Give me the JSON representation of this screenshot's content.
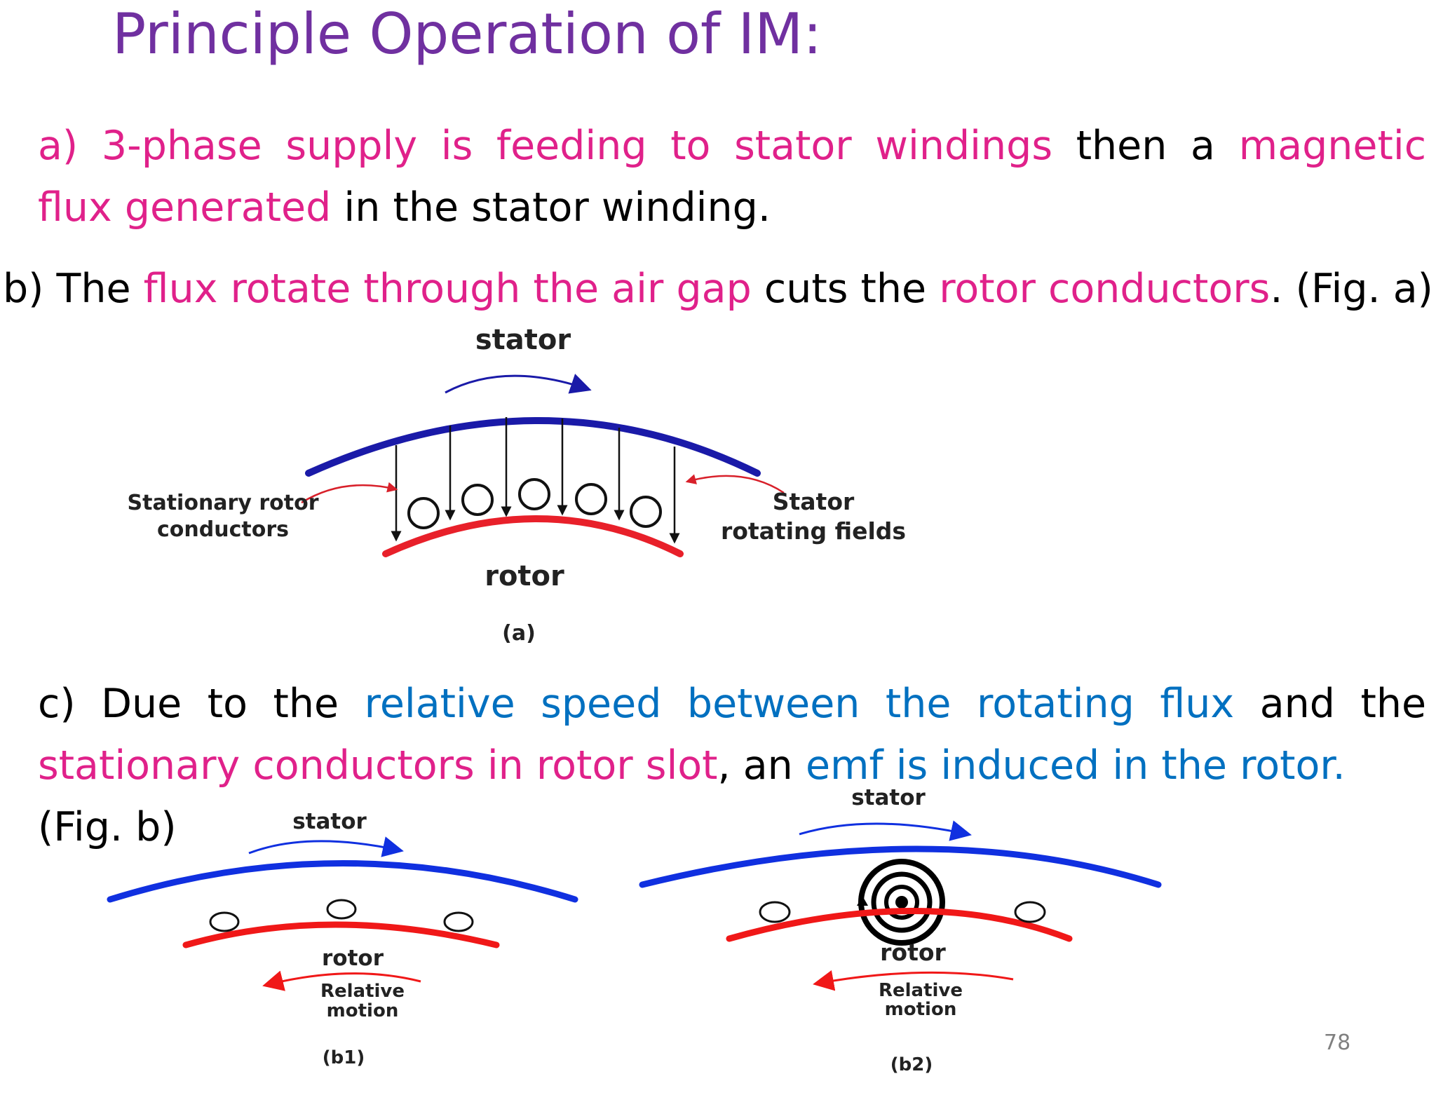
{
  "slide": {
    "title": "Principle Operation of IM:",
    "page_number": "78"
  },
  "para_a": {
    "line1": [
      {
        "text": "a)",
        "color": "pink"
      },
      {
        "text": "3-phase supply is feeding to stator windings",
        "color": "pink"
      },
      {
        "text": "then a",
        "color": "black"
      },
      {
        "text": "magnetic",
        "color": "pink"
      }
    ],
    "line2": [
      {
        "text": "flux generated",
        "color": "pink"
      },
      {
        "text": " in the stator winding.",
        "color": "black"
      }
    ]
  },
  "para_b": [
    {
      "text": "b) The ",
      "color": "black"
    },
    {
      "text": "flux rotate through the air gap",
      "color": "pink"
    },
    {
      "text": " cuts the ",
      "color": "black"
    },
    {
      "text": "rotor conductors",
      "color": "pink"
    },
    {
      "text": ". (Fig. a)",
      "color": "black"
    }
  ],
  "para_c": {
    "line1": [
      {
        "text": "c)",
        "color": "black"
      },
      {
        "text": "Due",
        "color": "black"
      },
      {
        "text": "to",
        "color": "black"
      },
      {
        "text": "the",
        "color": "black"
      },
      {
        "text": "relative speed between the rotating flux",
        "color": "blue"
      },
      {
        "text": "and",
        "color": "black"
      },
      {
        "text": "the",
        "color": "black"
      }
    ],
    "line2": [
      {
        "text": "stationary conductors in rotor slot",
        "color": "pink"
      },
      {
        "text": ", an ",
        "color": "black"
      },
      {
        "text": "emf is induced in the rotor.",
        "color": "blue"
      }
    ],
    "line3": [
      {
        "text": "(Fig. b)",
        "color": "black"
      }
    ]
  },
  "figure_a": {
    "stator_label": "stator",
    "rotor_label": "rotor",
    "left_label_line1": "Stationary rotor",
    "left_label_line2": "conductors",
    "right_label_line1": "Stator",
    "right_label_line2": "rotating fields",
    "caption": "(a)",
    "stator_color": "#1a1aa8",
    "rotor_color": "#e8202a"
  },
  "figure_b1": {
    "stator_label": "stator",
    "rotor_label": "rotor",
    "motion_line1": "Relative",
    "motion_line2": "motion",
    "caption": "(b1)",
    "stator_color": "#1030e0",
    "rotor_color": "#f01818"
  },
  "figure_b2": {
    "stator_label": "stator",
    "rotor_label": "rotor",
    "motion_line1": "Relative",
    "motion_line2": "motion",
    "caption": "(b2)",
    "stator_color": "#1030e0",
    "rotor_color": "#f01818"
  }
}
